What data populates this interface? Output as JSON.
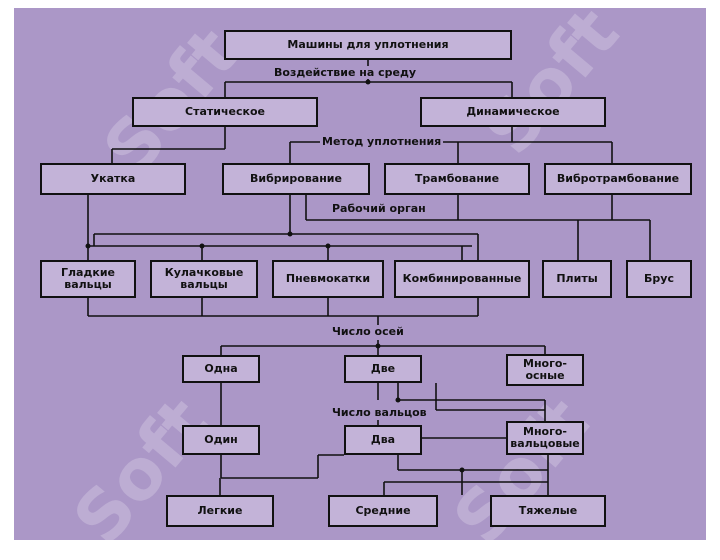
{
  "nodes": {
    "machines": "Машины для уплотнения",
    "static": "Статическое",
    "dynamic": "Динамическое",
    "rolling": "Укатка",
    "vibration": "Вибрирование",
    "tamping": "Трамбование",
    "vibrotamping": "Вибротрамбование",
    "smooth_rollers": "Гладкие\nвальцы",
    "cam_rollers": "Кулачковые\nвальцы",
    "pneumatic": "Пневмокатки",
    "combined": "Комбинированные",
    "plates": "Плиты",
    "beam": "Брус",
    "axes_one": "Одна",
    "axes_two": "Две",
    "axes_multi": "Много-\nосные",
    "rollers_one": "Один",
    "rollers_two": "Два",
    "rollers_multi": "Много-\nвальцовые",
    "light": "Легкие",
    "medium": "Средние",
    "heavy": "Тяжелые"
  },
  "labels": {
    "effect": "Воздействие на среду",
    "method": "Метод уплотнения",
    "working_body": "Рабочий орган",
    "num_axes": "Число осей",
    "num_rollers": "Число вальцов"
  },
  "watermark": "Soft",
  "colors": {
    "background": "#ab97c7",
    "box": "#c3b3d8",
    "line": "#111111"
  }
}
